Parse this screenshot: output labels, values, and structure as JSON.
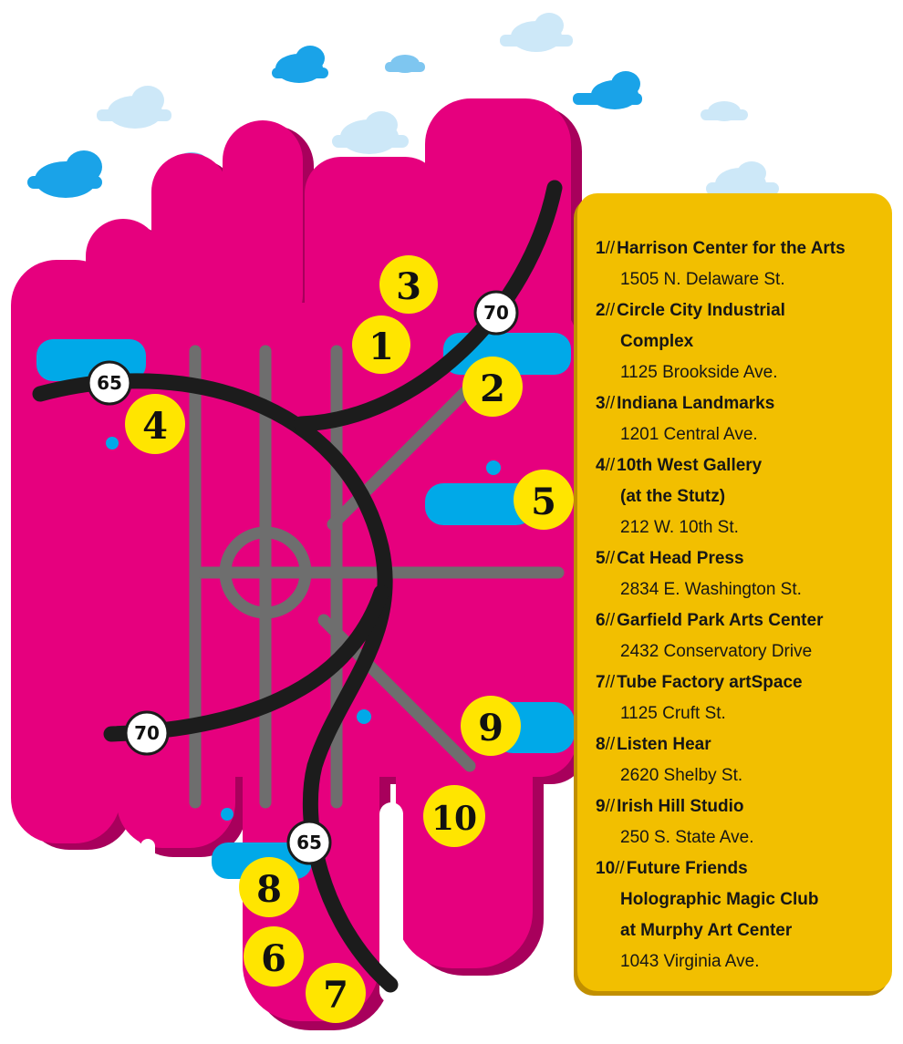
{
  "legend": {
    "entries": [
      {
        "num": "1",
        "sep": "//",
        "name_lines": [
          "Harrison Center for the Arts"
        ],
        "address": "1505 N. Delaware St."
      },
      {
        "num": "2",
        "sep": "//",
        "name_lines": [
          "Circle City Industrial",
          "Complex"
        ],
        "address": "1125 Brookside Ave."
      },
      {
        "num": "3",
        "sep": "//",
        "name_lines": [
          "Indiana Landmarks"
        ],
        "address": "1201 Central Ave."
      },
      {
        "num": "4",
        "sep": "//",
        "name_lines": [
          "10th West Gallery",
          "(at the Stutz)"
        ],
        "address": "212 W. 10th St."
      },
      {
        "num": "5",
        "sep": "//",
        "name_lines": [
          "Cat Head Press"
        ],
        "address": "2834 E. Washington St."
      },
      {
        "num": "6",
        "sep": "//",
        "name_lines": [
          "Garfield Park Arts Center"
        ],
        "address": "2432 Conservatory Drive"
      },
      {
        "num": "7",
        "sep": "//",
        "name_lines": [
          "Tube Factory artSpace"
        ],
        "address": "1125 Cruft St."
      },
      {
        "num": "8",
        "sep": "//",
        "name_lines": [
          "Listen Hear"
        ],
        "address": "2620 Shelby St."
      },
      {
        "num": "9",
        "sep": "//",
        "name_lines": [
          "Irish Hill Studio"
        ],
        "address": "250 S. State Ave."
      },
      {
        "num": "10",
        "sep": "//",
        "name_lines": [
          "Future Friends",
          "Holographic Magic Club",
          "at Murphy Art Center"
        ],
        "address": "1043 Virginia Ave."
      }
    ]
  },
  "map": {
    "markers": [
      "1",
      "2",
      "3",
      "4",
      "5",
      "6",
      "7",
      "8",
      "9",
      "10"
    ],
    "highway_shields": [
      "65",
      "70",
      "70",
      "65"
    ],
    "colors": {
      "land": "#e6007e",
      "land_shadow": "#a8005c",
      "water": "#00a9e8",
      "road": "#6e6e6e",
      "highway": "#1c1c1c",
      "marker": "#ffe500",
      "legend_bg": "#f2bf00",
      "cloud_dark": "#1aa3e8",
      "cloud_light": "#cde8f8"
    }
  }
}
